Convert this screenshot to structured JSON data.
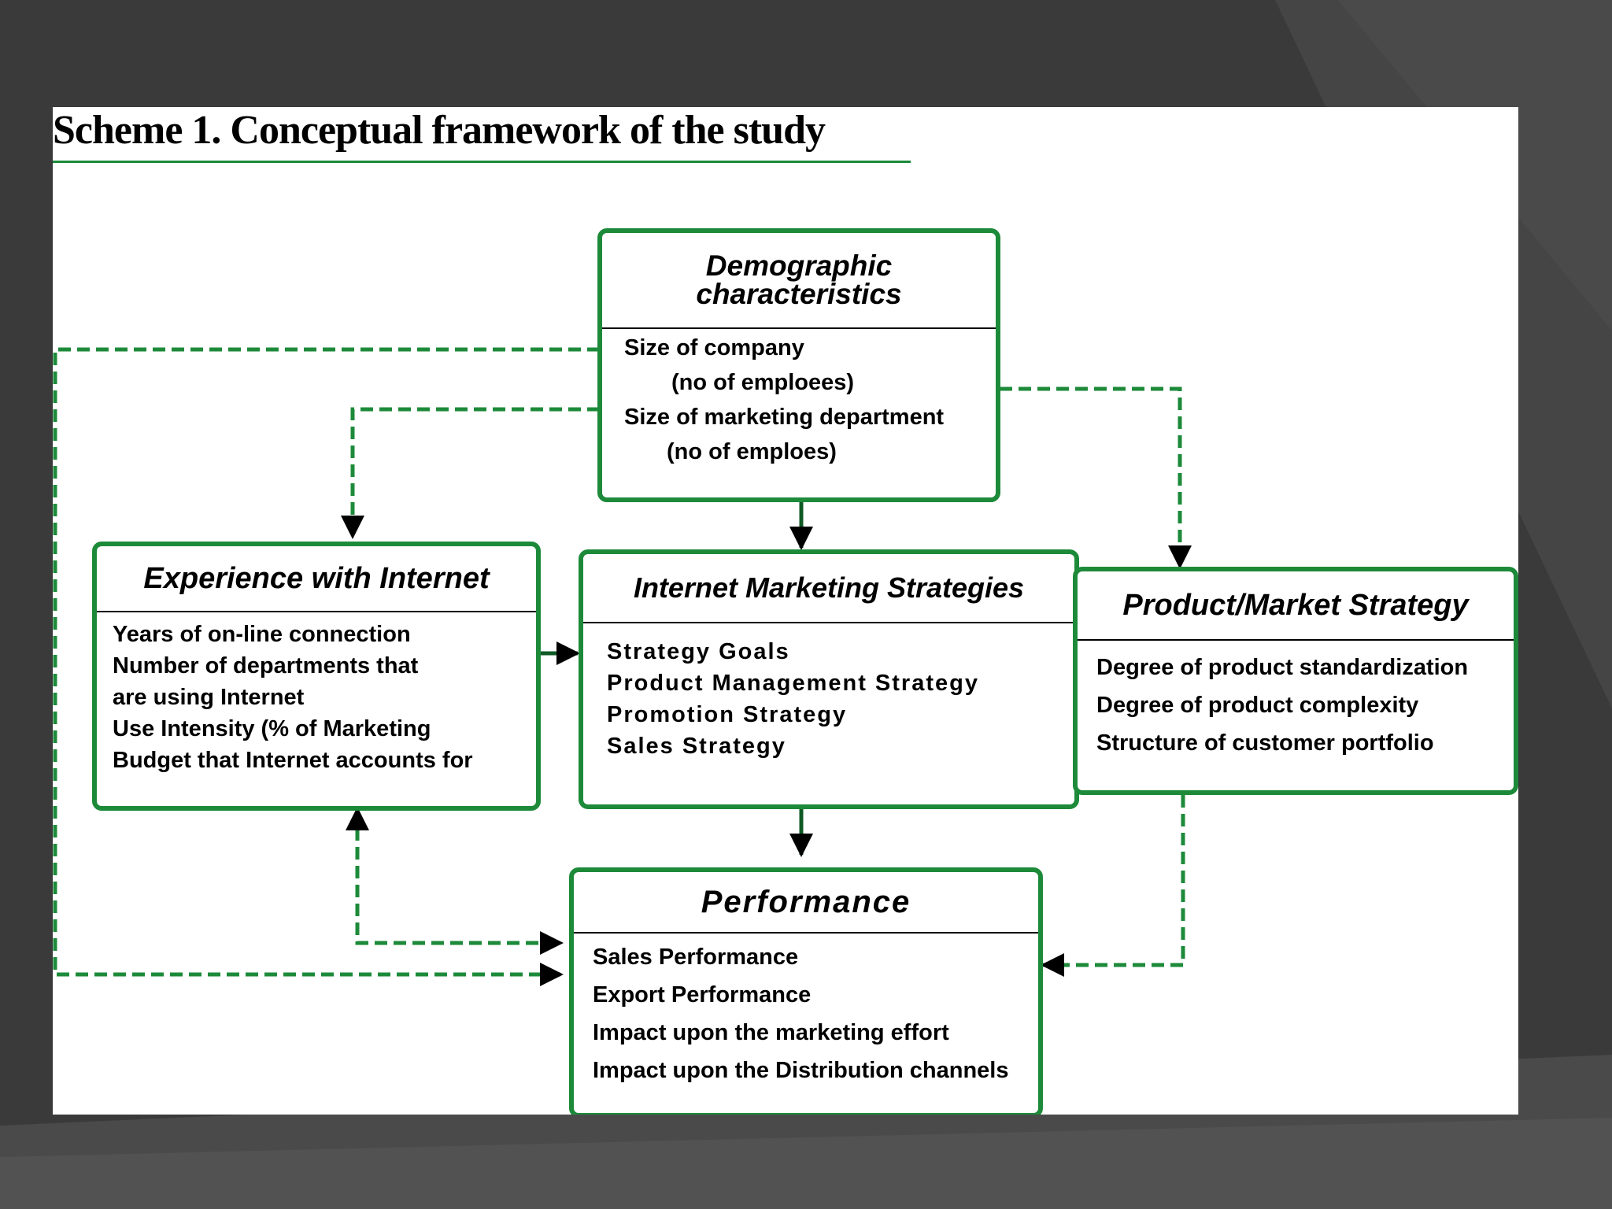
{
  "figure": {
    "title": "Scheme 1. Conceptual framework of the study"
  },
  "boxes": {
    "demographic": {
      "title_line1": "Demographic",
      "title_line2": "characteristics",
      "lines": [
        "Size of company",
        "(no of emploees)",
        "Size of marketing department",
        "(no of emploes)"
      ]
    },
    "experience": {
      "title": "Experience with Internet",
      "lines": [
        "Years of on-line connection",
        "Number of departments that",
        "are using Internet",
        "Use Intensity (% of Marketing",
        "Budget that Internet accounts for"
      ]
    },
    "strategies": {
      "title": "Internet Marketing Strategies",
      "lines": [
        "Strategy Goals",
        "Product Management Strategy",
        "Promotion Strategy",
        "Sales Strategy"
      ]
    },
    "product_market": {
      "title": "Product/Market Strategy",
      "lines": [
        "Degree of product standardization",
        "Degree of product complexity",
        "Structure of customer portfolio"
      ]
    },
    "performance": {
      "title": "Performance",
      "lines": [
        "Sales Performance",
        "Export Performance",
        "Impact upon the marketing effort",
        "Impact upon the Distribution channels"
      ]
    }
  },
  "colors": {
    "slide_background": "#3b3b3b",
    "box_border": "#1d8a3a",
    "dashed_connector": "#1d8a3a",
    "solid_arrow": "#0f5a24"
  }
}
